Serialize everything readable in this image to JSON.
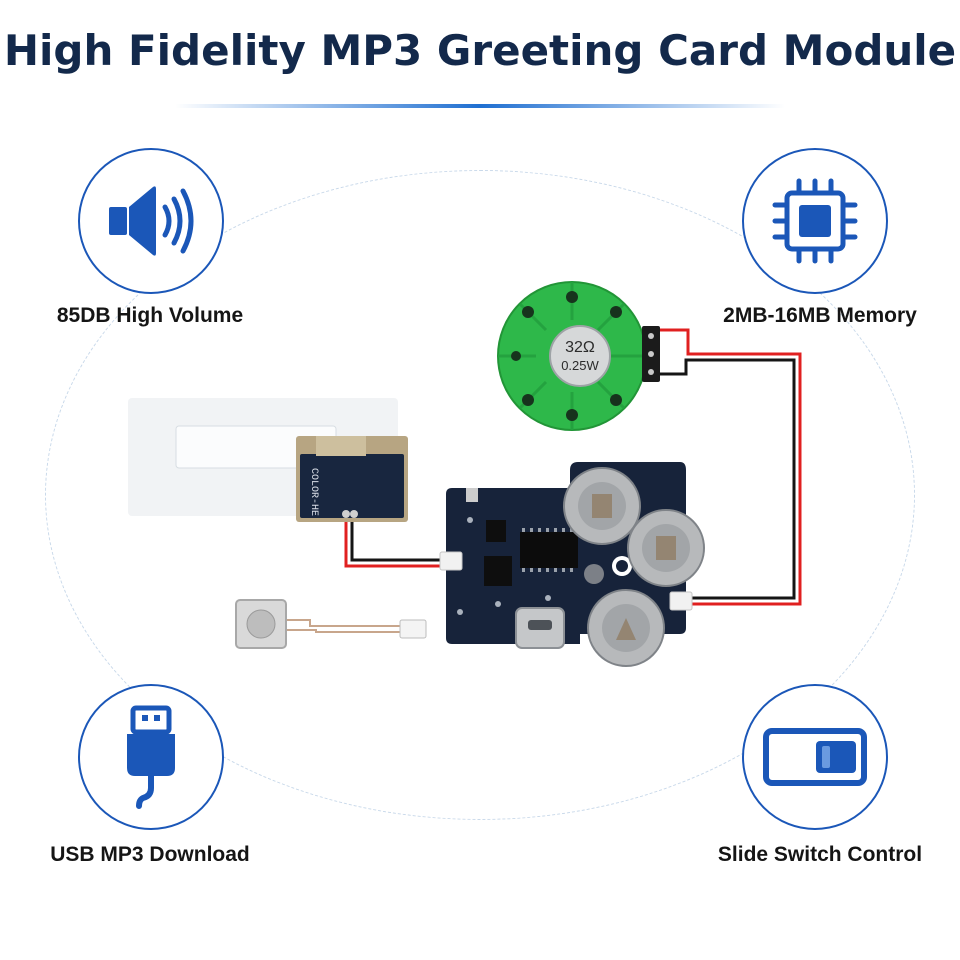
{
  "title": "High Fidelity MP3 Greeting Card Module",
  "colors": {
    "title": "#13294b",
    "accent": "#1b57b8",
    "speaker": "#2eb84a",
    "pcb": "#17233a"
  },
  "features": [
    {
      "label": "85DB High Volume",
      "icon": "speaker-icon"
    },
    {
      "label": "2MB-16MB Memory",
      "icon": "chip-icon"
    },
    {
      "label": "USB MP3 Download",
      "icon": "usb-icon"
    },
    {
      "label": "Slide Switch Control",
      "icon": "slide-switch-icon"
    }
  ],
  "speaker": {
    "impedance": "32Ω",
    "power": "0.25W"
  },
  "sensor_chip_text": "COLOR-HE"
}
